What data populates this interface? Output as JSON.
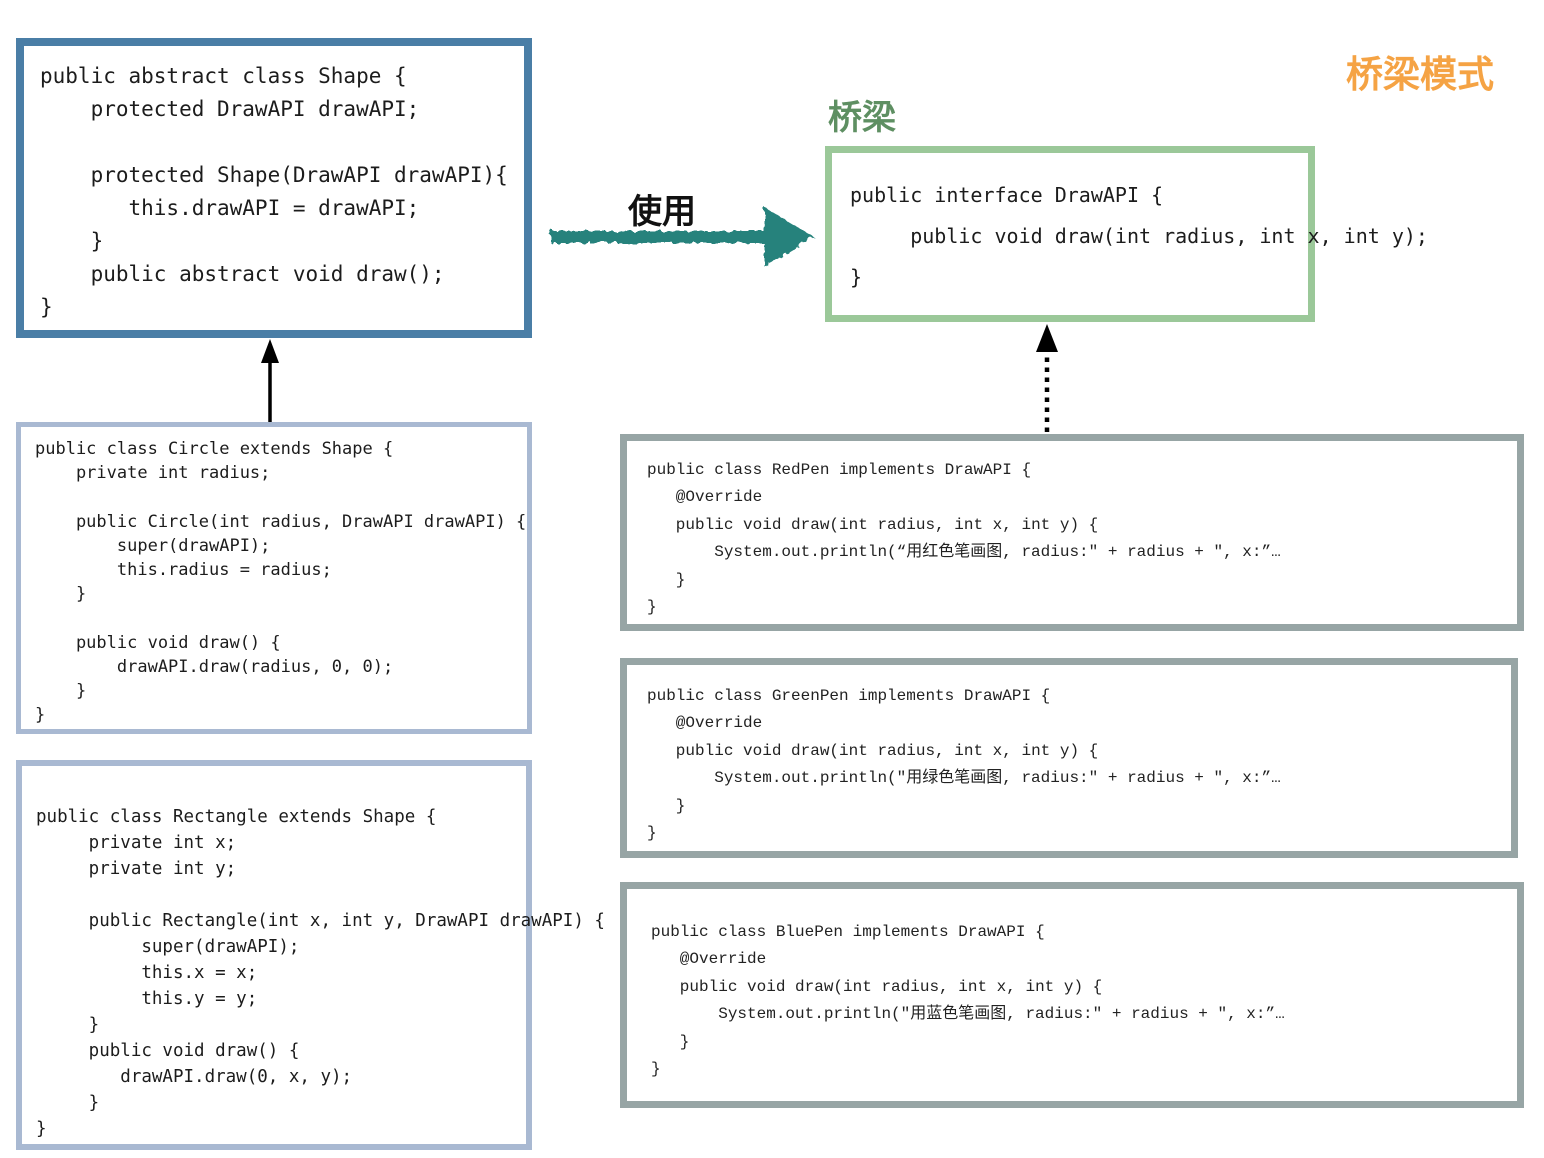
{
  "title": {
    "text": "桥梁模式",
    "color": "#F5A344"
  },
  "labels": {
    "bridge": {
      "text": "桥梁",
      "color": "#5E8F62"
    },
    "uses": {
      "text": "使用",
      "color": "#111111"
    }
  },
  "colors": {
    "abstraction_border": "#4A7EA6",
    "subclass_border": "#A9B9D2",
    "interface_border": "#9BC899",
    "implementor_border": "#97A5A5",
    "uses_arrow": "#26827B",
    "extends_arrow": "#000000",
    "implements_arrow": "#000000"
  },
  "boxes": {
    "shape": {
      "code": "public abstract class Shape {\n    protected DrawAPI drawAPI;\n\n    protected Shape(DrawAPI drawAPI){\n       this.drawAPI = drawAPI;\n    }\n    public abstract void draw();\n}"
    },
    "circle": {
      "code": "public class Circle extends Shape {\n    private int radius;\n\n    public Circle(int radius, DrawAPI drawAPI) {\n        super(drawAPI);\n        this.radius = radius;\n    }\n\n    public void draw() {\n        drawAPI.draw(radius, 0, 0);\n    }\n}"
    },
    "rectangle": {
      "code": "public class Rectangle extends Shape {\n     private int x;\n     private int y;\n\n     public Rectangle(int x, int y, DrawAPI drawAPI) {\n          super(drawAPI);\n          this.x = x;\n          this.y = y;\n     }\n     public void draw() {\n        drawAPI.draw(0, x, y);\n     }\n}"
    },
    "drawapi": {
      "code": "public interface DrawAPI {\n     public void draw(int radius, int x, int y);\n}"
    },
    "redpen": {
      "code": "public class RedPen implements DrawAPI {\n   @Override\n   public void draw(int radius, int x, int y) {\n       System.out.println(“用红色笔画图, radius:\" + radius + \", x:”…\n   }\n}"
    },
    "greenpen": {
      "code": "public class GreenPen implements DrawAPI {\n   @Override\n   public void draw(int radius, int x, int y) {\n       System.out.println(\"用绿色笔画图, radius:\" + radius + \", x:”…\n   }\n}"
    },
    "bluepen": {
      "code": "public class BluePen implements DrawAPI {\n   @Override\n   public void draw(int radius, int x, int y) {\n       System.out.println(\"用蓝色笔画图, radius:\" + radius + \", x:”…\n   }\n}"
    }
  }
}
